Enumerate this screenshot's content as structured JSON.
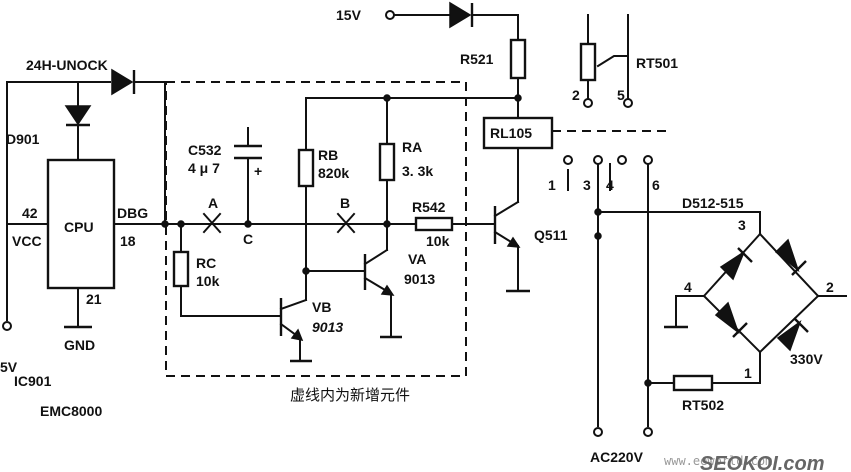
{
  "labels": {
    "v15": "15V",
    "r521": "R521",
    "rt501": "RT501",
    "unlock": "24H-UNOCK",
    "d901": "D901",
    "cpu": "CPU",
    "pin42": "42",
    "vcc": "VCC",
    "dbg": "DBG",
    "pin18": "18",
    "pin21": "21",
    "gnd": "GND",
    "v5": "5V",
    "ic901": "IC901",
    "emc": "EMC8000",
    "c532": "C532",
    "c532v": "4 μ 7",
    "plus": "+",
    "rb": "RB",
    "rbv": "820k",
    "ra": "RA",
    "rav": "3. 3k",
    "a": "A",
    "b": "B",
    "c": "C",
    "r542": "R542",
    "r542v": "10k",
    "rc": "RC",
    "rcv": "10k",
    "va": "VA",
    "vav": "9013",
    "vb": "VB",
    "vbv": "9013",
    "q511": "Q511",
    "rl105": "RL105",
    "n1": "1",
    "n2": "2",
    "n3": "3",
    "n4": "4",
    "n5": "5",
    "n6": "6",
    "d512": "D512-515",
    "br3": "3",
    "br4": "4",
    "br2": "2",
    "br1": "1",
    "v330": "330V",
    "rt502": "RT502",
    "ac": "AC220V",
    "note": "虚线内为新增元件",
    "watermark_url": "www.eeworld.com",
    "watermark_logo": "SEOKOI.com"
  }
}
